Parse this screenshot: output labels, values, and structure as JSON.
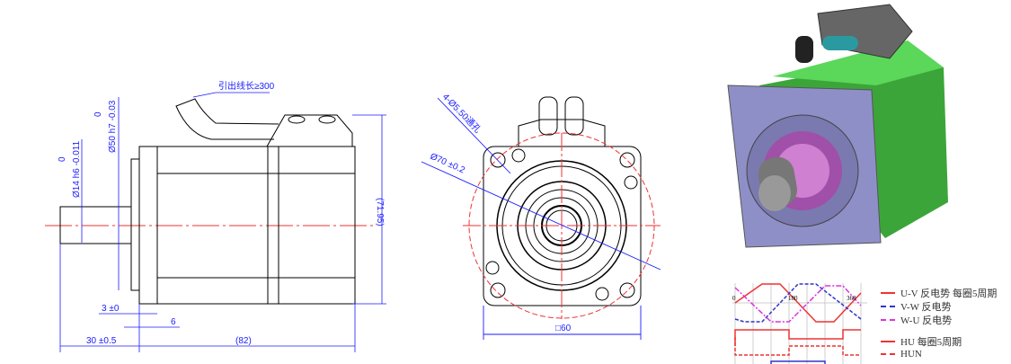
{
  "side_view": {
    "lead_length": "引出线长≥300",
    "shaft_tol_top": "0",
    "shaft_dia": "Ø14 h6 -0.011",
    "spigot_tol_top": "0",
    "spigot_dia": "Ø50 h7 -0.03",
    "height": "(71.95)",
    "spigot_depth": "3 ±0",
    "flange_thk": "6",
    "shaft_len": "30 ±0.5",
    "body_len": "(82)"
  },
  "front_view": {
    "holes": "4-Ø5.50通孔",
    "pcd": "Ø70 ±0.2",
    "square": "□60"
  },
  "waveform": {
    "ticks": [
      "0",
      "180",
      "360"
    ],
    "legend": [
      {
        "label": "U-V  反电势  每圈5周期",
        "color": "#e53333",
        "style": "solid"
      },
      {
        "label": "V-W  反电势",
        "color": "#3333cc",
        "style": "dashed"
      },
      {
        "label": "W-U  反电势",
        "color": "#dd33dd",
        "style": "dashdot"
      },
      {
        "label": "HU  每圈5周期",
        "color": "#e53333",
        "style": "solid"
      },
      {
        "label": "HUN",
        "color": "#e53333",
        "style": "dashed"
      }
    ]
  }
}
